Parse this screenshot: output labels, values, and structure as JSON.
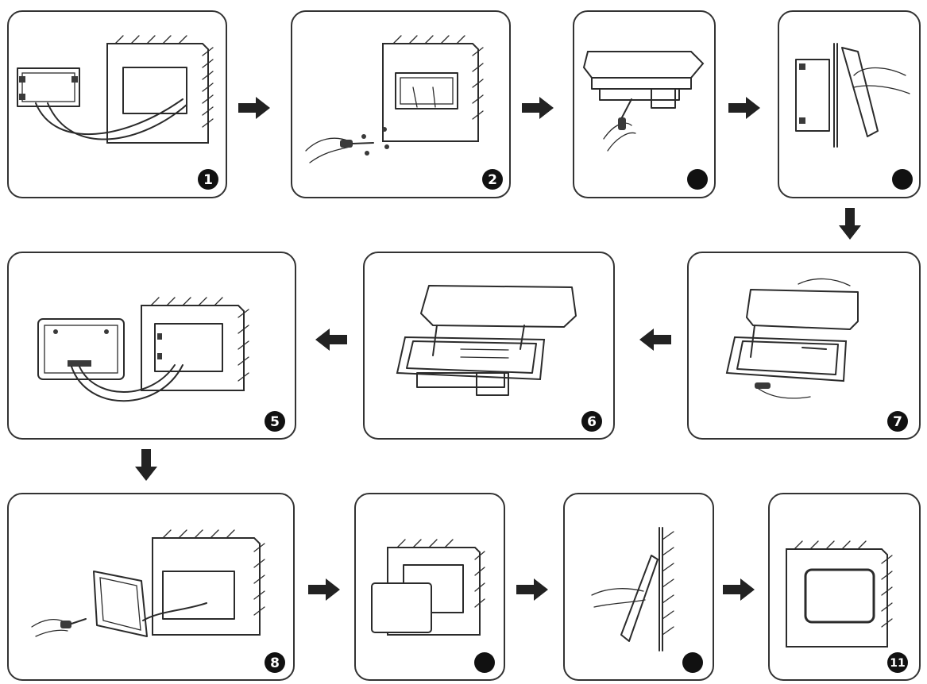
{
  "steps": [
    {
      "id": 1,
      "label": "1"
    },
    {
      "id": 2,
      "label": "2"
    },
    {
      "id": 3,
      "label": ""
    },
    {
      "id": 4,
      "label": ""
    },
    {
      "id": 5,
      "label": "5"
    },
    {
      "id": 6,
      "label": "6"
    },
    {
      "id": 7,
      "label": "7"
    },
    {
      "id": 8,
      "label": "8"
    },
    {
      "id": 9,
      "label": ""
    },
    {
      "id": 10,
      "label": ""
    },
    {
      "id": 11,
      "label": "11"
    }
  ],
  "colors": {
    "line": "#2b2b2b",
    "badge": "#111111",
    "badge_text": "#ffffff",
    "panel_border": "#333333"
  }
}
